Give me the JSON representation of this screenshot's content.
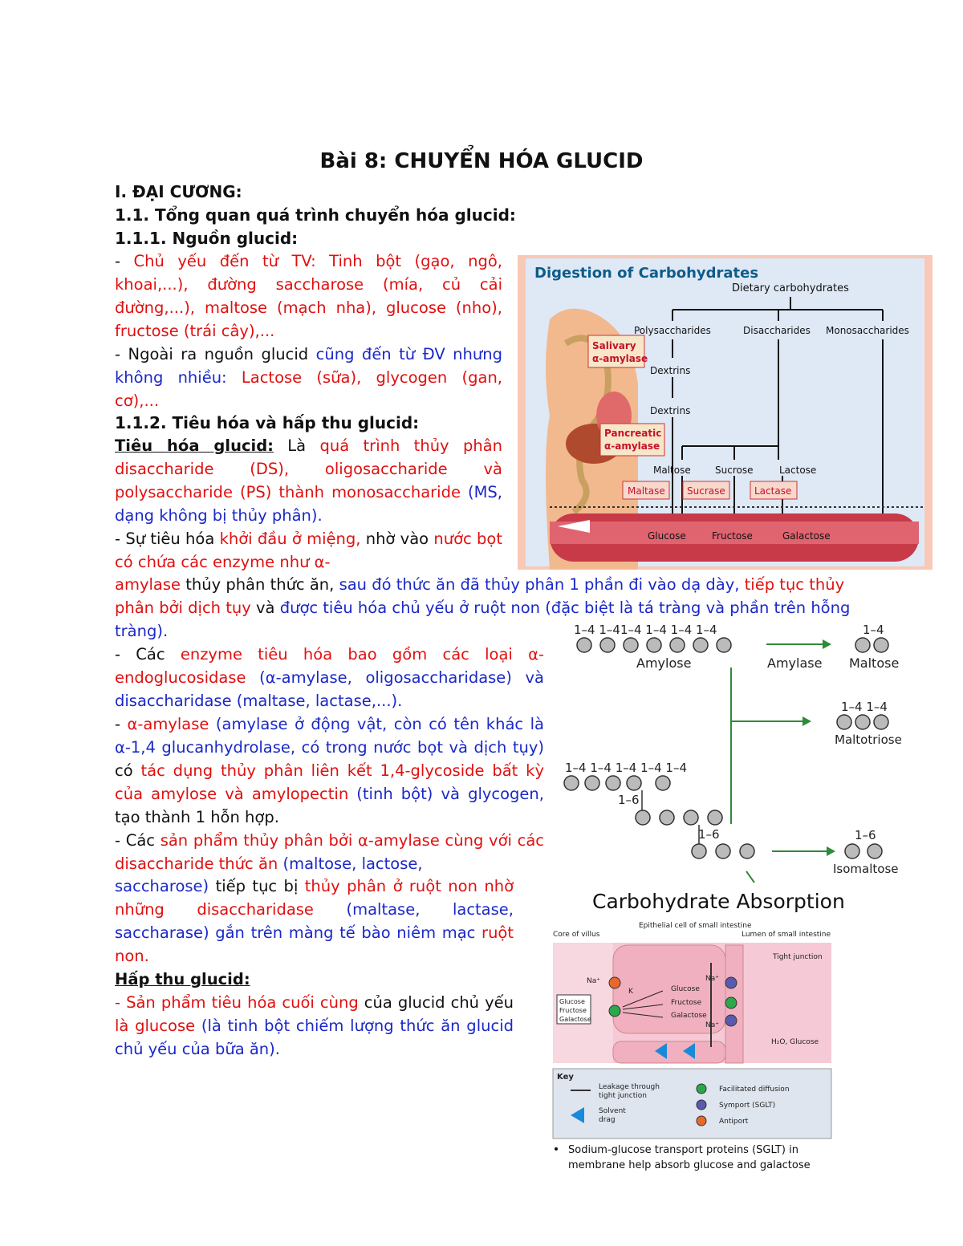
{
  "doc": {
    "title": "Bài 8: CHUYỂN HÓA GLUCID",
    "h_section1": "I. ĐẠI CƯƠNG:",
    "h_1_1": "1.1. Tổng quan quá trình chuyển hóa glucid:",
    "h_1_1_1": "1.1.1. Nguồn glucid:",
    "h_1_1_2": "1.1.2. Tiêu hóa và hấp thu glucid:",
    "tieu_hoa_heading": "Tiêu hóa glucid:",
    "hap_thu_heading": "Hấp thu glucid:"
  },
  "diagram1": {
    "title": "Digestion of Carbohydrates",
    "dietary": "Dietary carbohydrates",
    "polysaccharides": "Polysaccharides",
    "disaccharides": "Disaccharides",
    "monosaccharides": "Monosaccharides",
    "salivary": "Salivary",
    "salivary2": "α-amylase",
    "dextrins1": "Dextrins",
    "dextrins2": "Dextrins",
    "pancreatic": "Pancreatic",
    "pancreatic2": "α-amylase",
    "maltose": "Maltose",
    "sucrose": "Sucrose",
    "lactose": "Lactose",
    "maltase": "Maltase",
    "sucrase": "Sucrase",
    "lactase": "Lactase",
    "glucose": "Glucose",
    "fructose": "Fructose",
    "galactose": "Galactose"
  },
  "diagram2": {
    "link_top": "1–4 1–41–4 1–4 1–4 1–4",
    "amylose": "Amylose",
    "amylase": "Amylase",
    "maltose_link": "1–4",
    "maltose": "Maltose",
    "maltotriose_link": "1–4 1–4",
    "maltotriose": "Maltotriose",
    "link_mid": "1–4 1–4 1–4 1–4 1–4",
    "branch1": "1–6",
    "branch2": "1–6",
    "isomaltose_link": "1–6",
    "isomaltose": "Isomaltose"
  },
  "diagram3": {
    "title": "Carbohydrate Absorption",
    "core": "Core of villus",
    "epithelial": "Epithelial cell of small intestine",
    "lumen": "Lumen of small intestine",
    "tight": "Tight junction",
    "na1": "Na⁺",
    "na2": "Na⁺",
    "na3": "Na⁺",
    "k": "K",
    "glucose": "Glucose",
    "fructose": "Fructose",
    "galactose": "Galactose",
    "sugars_box1": "Glucose",
    "sugars_box2": "Fructose",
    "sugars_box3": "Galactose",
    "water": "H₂O, Glucose",
    "key": "Key",
    "key_leak1": "Leakage through",
    "key_leak2": "tight junction",
    "key_solvent1": "Solvent",
    "key_solvent2": "drag",
    "key_fac": "Facilitated diffusion",
    "key_sym": "Symport (SGLT)",
    "key_anti": "Antiport",
    "bullet1": "Sodium-glucose transport proteins (SGLT) in",
    "bullet2": "membrane help absorb glucose and galactose"
  },
  "colors": {
    "red": "#e01010",
    "blue": "#1a28c8"
  }
}
